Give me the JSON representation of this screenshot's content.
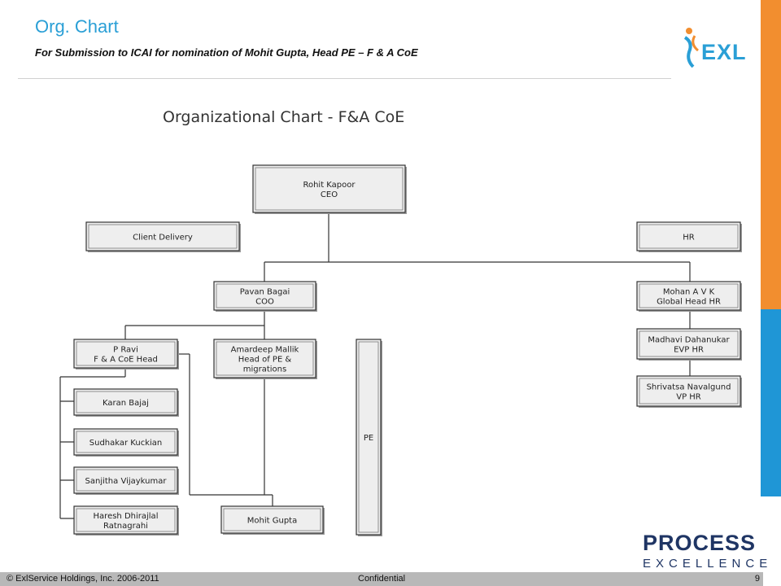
{
  "header": {
    "title": "Org. Chart",
    "subtitle": "For Submission to ICAI for nomination of Mohit Gupta, Head PE – F & A CoE"
  },
  "logos": {
    "exl_text": "EXL",
    "process_line1": "PROCESS",
    "process_line2": "EXCELLENCE"
  },
  "diagram": {
    "title": "Organizational Chart - F&A CoE",
    "nodes": {
      "ceo": [
        "Rohit Kapoor",
        "CEO"
      ],
      "client_delivery": [
        "Client Delivery"
      ],
      "hr": [
        "HR"
      ],
      "coo": [
        "Pavan Bagai",
        "COO"
      ],
      "global_hr": [
        "Mohan A V K",
        "Global Head HR"
      ],
      "fa_head": [
        "P Ravi",
        "F & A CoE Head"
      ],
      "pe_head": [
        "Amardeep Mallik",
        "Head of PE &",
        "migrations"
      ],
      "pe": [
        "PE"
      ],
      "evp_hr": [
        "Madhavi Dahanukar",
        "EVP HR"
      ],
      "vp_hr": [
        "Shrivatsa Navalgund",
        "VP HR"
      ],
      "karan": [
        "Karan Bajaj"
      ],
      "sudhakar": [
        "Sudhakar Kuckian"
      ],
      "sanjitha": [
        "Sanjitha Vijaykumar"
      ],
      "haresh": [
        "Haresh Dhirajlal",
        "Ratnagrahi"
      ],
      "mohit": [
        "Mohit Gupta"
      ]
    }
  },
  "footer": {
    "copyright": "© ExlService Holdings, Inc. 2006-2011",
    "confidential": "Confidential",
    "page": "9"
  },
  "colors": {
    "accent_blue": "#2a9fd6",
    "stripe_orange": "#f28e2f",
    "stripe_blue": "#1f96d6",
    "logo_navy": "#1f3564"
  }
}
